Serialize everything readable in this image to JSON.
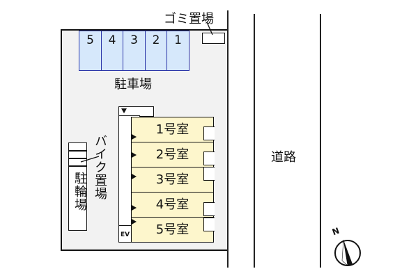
{
  "map": {
    "type": "site-layout-plan",
    "labels": {
      "parking": "駐車場",
      "garbage": "ゴミ置場",
      "bike_parking": "駐輪場",
      "motorbike_parking": "バイク置場",
      "road": "道路",
      "elevator": "EV",
      "north": "N"
    },
    "parking_spaces": [
      "5",
      "4",
      "3",
      "2",
      "1"
    ],
    "rooms": [
      {
        "label": "1号室"
      },
      {
        "label": "2号室"
      },
      {
        "label": "3号室"
      },
      {
        "label": "4号室"
      },
      {
        "label": "5号室"
      }
    ],
    "colors": {
      "parking_fill": "#d6e8fb",
      "parking_border": "#2a35a8",
      "room_fill": "#fdf6cc",
      "site_fill": "#f2f2f2"
    }
  }
}
